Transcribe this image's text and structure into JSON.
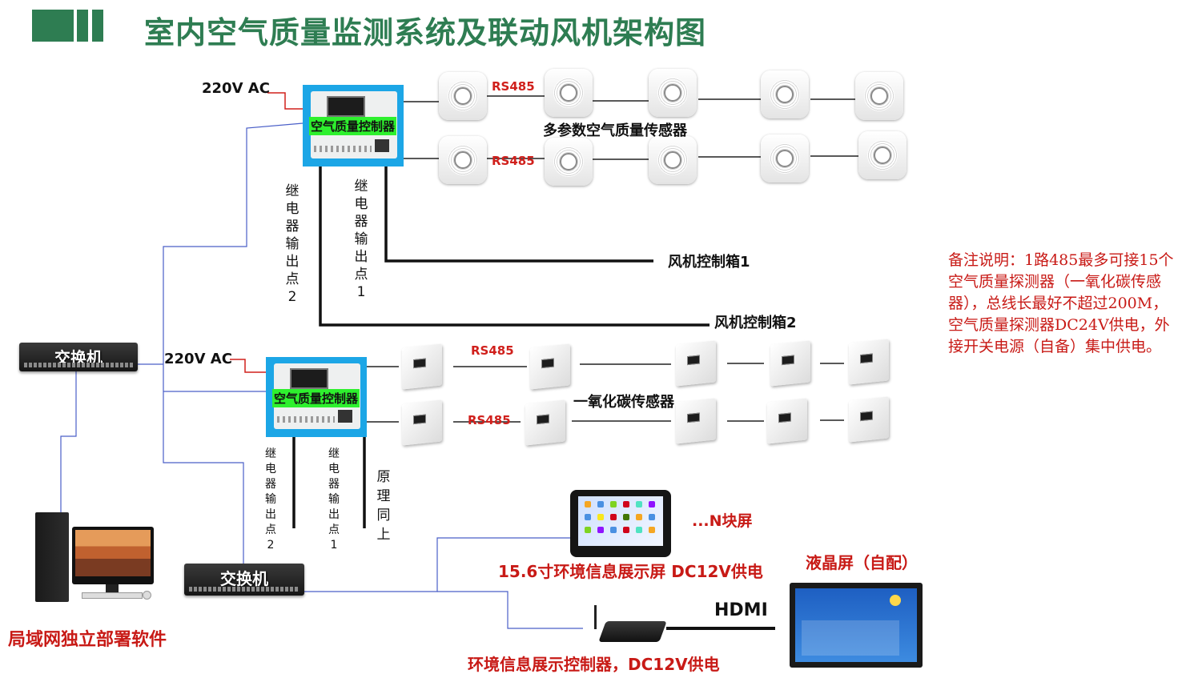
{
  "title": "室内空气质量监测系统及联动风机架构图",
  "colors": {
    "accent_green": "#2e7d52",
    "red_text": "#d0201c",
    "note_red": "#c81a16",
    "controller_blue": "#1ca6e6",
    "label_green": "#2ef02e",
    "wire_blue": "#4a5fc8"
  },
  "icons": {
    "controller": "controller-box-icon",
    "sensor": "air-sensor-icon",
    "co_sensor": "co-sensor-icon",
    "switch": "network-switch-icon",
    "pc": "desktop-pc-icon",
    "tablet": "display-screen-icon",
    "lcd": "lcd-screen-icon",
    "player": "display-controller-icon"
  },
  "labels": {
    "ac1": "220V AC",
    "ac2": "220V AC",
    "controller1": "空气质量控制器",
    "controller2": "空气质量控制器",
    "rs485_1": "RS485",
    "rs485_2": "RS485",
    "rs485_3": "RS485",
    "rs485_4": "RS485",
    "multi_sensor": "多参数空气质量传感器",
    "co_sensor": "一氧化碳传感器",
    "fan_box1": "风机控制箱1",
    "fan_box2": "风机控制箱2",
    "relay2_top": "继电器输出点2",
    "relay1_top": "继电器输出点1",
    "relay2_bottom": "继电器输出点2",
    "relay1_bottom": "继电器输出点1",
    "same_principle": "原理同上",
    "switch1": "交换机",
    "switch2": "交换机",
    "lan_software": "局域网独立部署软件",
    "display_screen": "15.6寸环境信息展示屏 DC12V供电",
    "n_screens": "...N块屏",
    "lcd": "液晶屏（自配）",
    "hdmi": "HDMI",
    "display_controller": "环境信息展示控制器，DC12V供电"
  },
  "note": "备注说明：1路485最多可接15个空气质量探测器（一氧化碳传感器），总线长最好不超过200M，空气质量探测器DC24V供电，外接开关电源（自备）集中供电。"
}
